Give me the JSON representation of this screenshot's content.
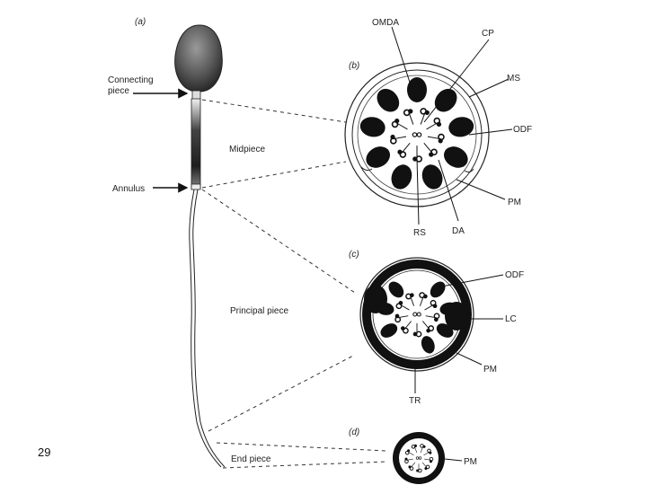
{
  "slide_number": "29",
  "panels": {
    "a": "(a)",
    "b": "(b)",
    "c": "(c)",
    "d": "(d)"
  },
  "sperm_labels": {
    "connecting_piece": [
      "Connecting",
      "piece"
    ],
    "midpiece": "Midpiece",
    "annulus": "Annulus",
    "principal_piece": "Principal piece",
    "end_piece": "End piece"
  },
  "section_b_labels": {
    "omda": "OMDA",
    "cp": "CP",
    "ms": "MS",
    "odf": "ODF",
    "pm": "PM",
    "da": "DA",
    "rs": "RS"
  },
  "section_c_labels": {
    "odf": "ODF",
    "lc": "LC",
    "pm": "PM",
    "tr": "TR"
  },
  "section_d_labels": {
    "pm": "PM"
  }
}
